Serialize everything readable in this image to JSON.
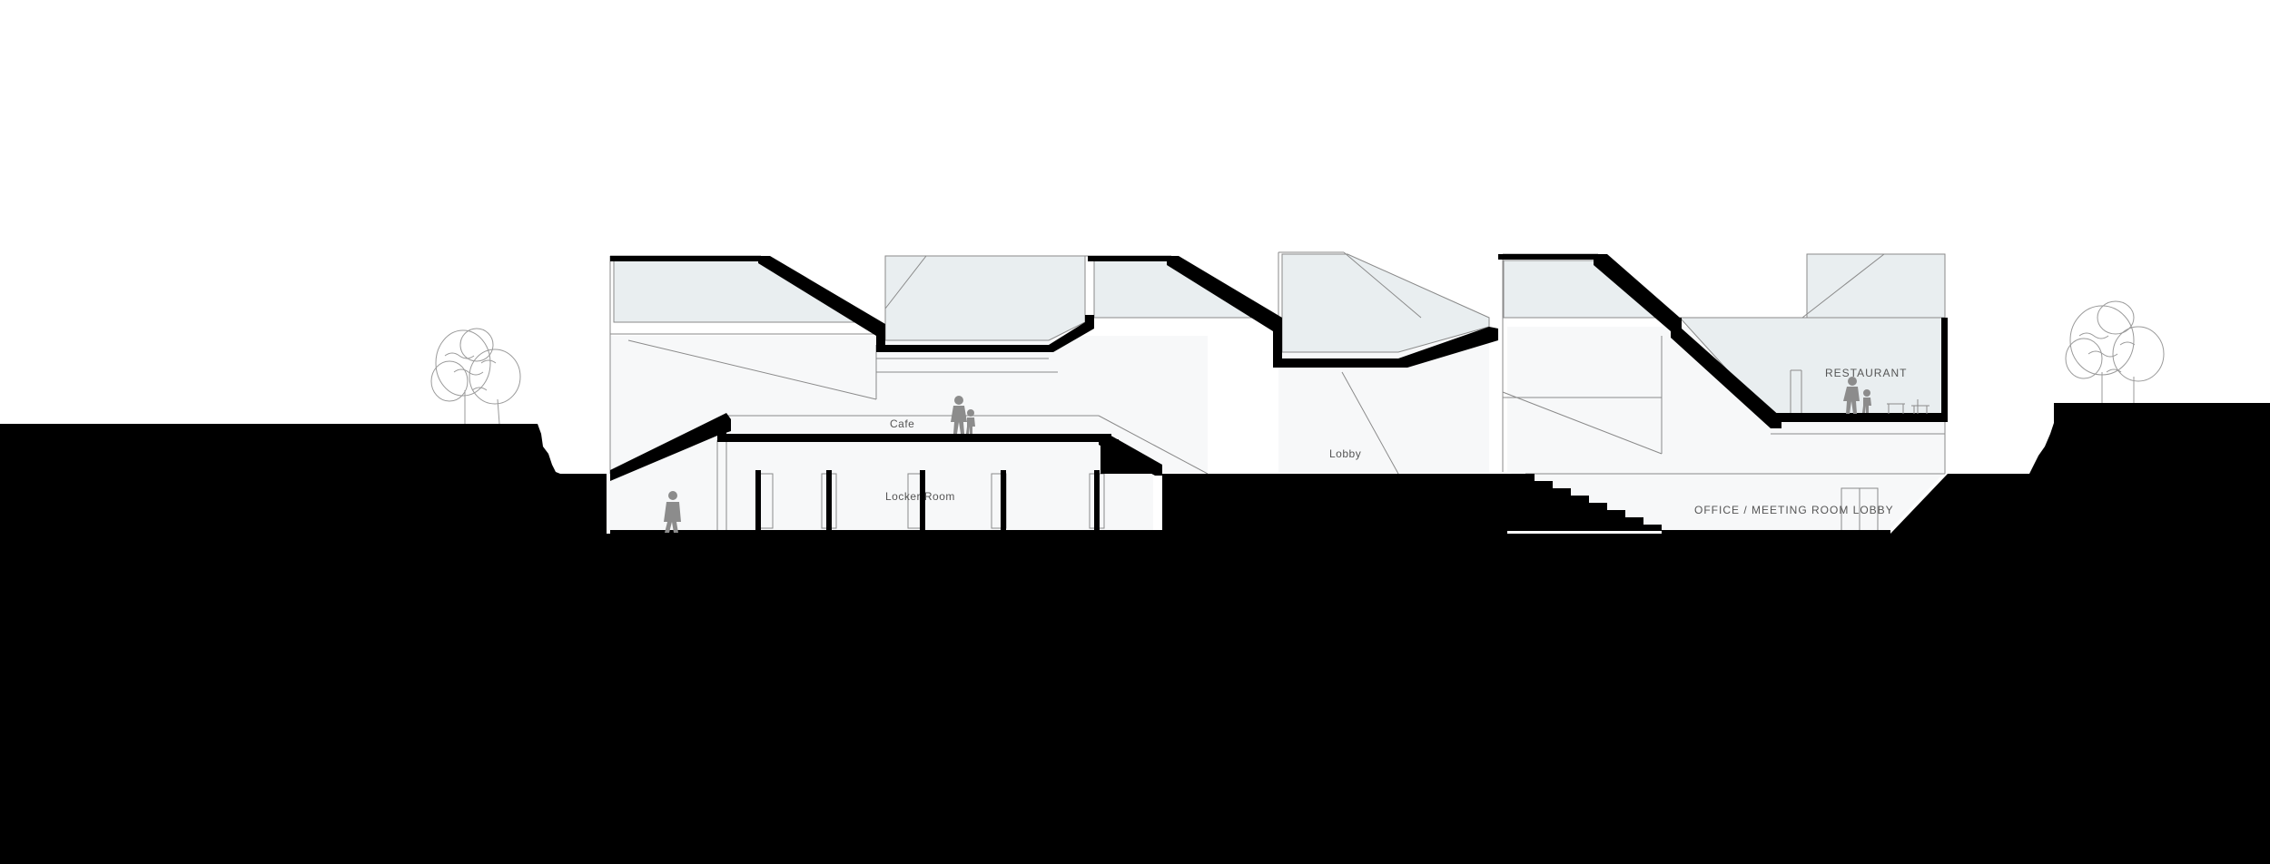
{
  "labels": {
    "cafe": "Cafe",
    "locker_room": "Locker Room",
    "lobby": "Lobby",
    "restaurant": "RESTAURANT",
    "office_lobby": "OFFICE / MEETING ROOM LOBBY"
  },
  "colors": {
    "ground": "#000000",
    "glass": "#e9eef0",
    "interior": "#f7f8f9",
    "line": "#8a8a8a",
    "figure": "#8c8c8c",
    "tree": "#9a9a9a"
  }
}
